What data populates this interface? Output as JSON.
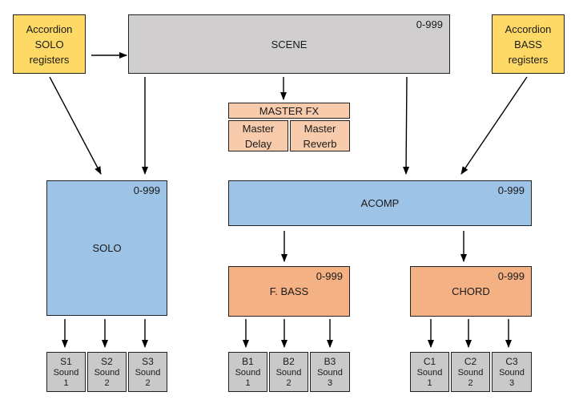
{
  "sources": {
    "solo_registers": "Accordion\nSOLO\nregisters",
    "bass_registers": "Accordion\nBASS\nregisters"
  },
  "scene": {
    "label": "SCENE",
    "range": "0-999"
  },
  "master_fx": {
    "label": "MASTER FX",
    "delay": "Master Delay",
    "reverb": "Master Reverb"
  },
  "solo": {
    "label": "SOLO",
    "range": "0-999"
  },
  "acomp": {
    "label": "ACOMP",
    "range": "0-999"
  },
  "fbass": {
    "label": "F. BASS",
    "range": "0-999"
  },
  "chord": {
    "label": "CHORD",
    "range": "0-999"
  },
  "sounds": {
    "solo": [
      {
        "id": "S1",
        "name": "Sound",
        "num": "1"
      },
      {
        "id": "S2",
        "name": "Sound",
        "num": "2"
      },
      {
        "id": "S3",
        "name": "Sound",
        "num": "2"
      }
    ],
    "bass": [
      {
        "id": "B1",
        "name": "Sound",
        "num": "1"
      },
      {
        "id": "B2",
        "name": "Sound",
        "num": "2"
      },
      {
        "id": "B3",
        "name": "Sound",
        "num": "3"
      }
    ],
    "chord": [
      {
        "id": "C1",
        "name": "Sound",
        "num": "1"
      },
      {
        "id": "C2",
        "name": "Sound",
        "num": "2"
      },
      {
        "id": "C3",
        "name": "Sound",
        "num": "3"
      }
    ]
  },
  "colors": {
    "registers": "#ffd966",
    "scene": "#d0cece",
    "part": "#9dc3e6",
    "subpart": "#f4b183",
    "fx": "#f8cbad",
    "sound": "#c9c9c9"
  }
}
